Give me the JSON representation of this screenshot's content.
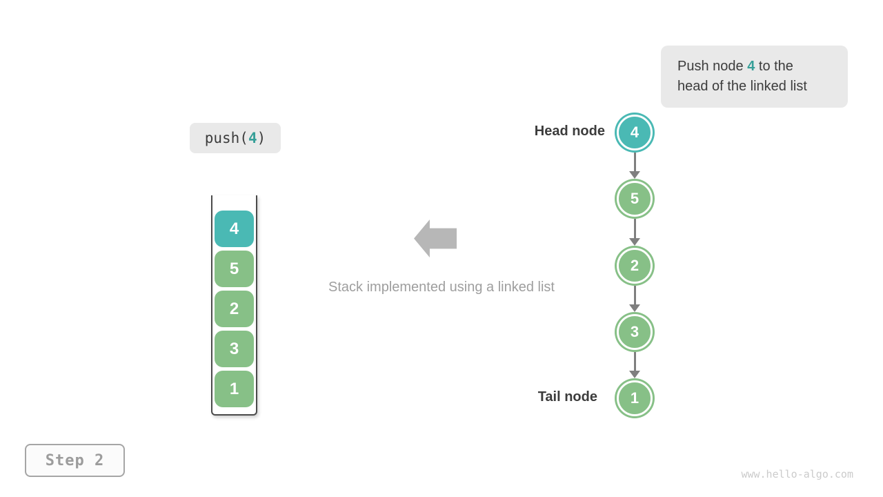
{
  "colors": {
    "node_teal": "#4ab9b4",
    "node_green": "#87c087",
    "teal_text": "#369f98",
    "dark_text": "#3c3c3c",
    "gray_text": "#9e9e9e",
    "connector_gray": "#7f7f7f",
    "block_arrow_gray": "#b7b7b7",
    "panel_bg": "#e9e9e9",
    "container_border": "#4a4a4a",
    "step_border": "#a5a5a5",
    "step_text": "#9c9c9c",
    "step_bg": "#fbfbfb",
    "watermark_gray": "#cbcbcb"
  },
  "callout": {
    "line1": [
      {
        "text": "Push node ",
        "highlight": false
      },
      {
        "text": "4",
        "highlight": true
      },
      {
        "text": " to the",
        "highlight": false
      }
    ],
    "line2": "head of the linked list"
  },
  "operation": {
    "parts": [
      {
        "text": "push(",
        "highlight": false
      },
      {
        "text": "4",
        "highlight": true
      },
      {
        "text": ")",
        "highlight": false
      }
    ]
  },
  "stack": {
    "items": [
      {
        "value": "4",
        "color": "teal"
      },
      {
        "value": "5",
        "color": "green"
      },
      {
        "value": "2",
        "color": "green"
      },
      {
        "value": "3",
        "color": "green"
      },
      {
        "value": "1",
        "color": "green"
      }
    ]
  },
  "linked_list": {
    "head_label": "Head node",
    "tail_label": "Tail node",
    "nodes": [
      {
        "value": "4",
        "color": "teal"
      },
      {
        "value": "5",
        "color": "green"
      },
      {
        "value": "2",
        "color": "green"
      },
      {
        "value": "3",
        "color": "green"
      },
      {
        "value": "1",
        "color": "green"
      }
    ]
  },
  "annotation": {
    "text": "Stack implemented using a linked list"
  },
  "icons": {
    "block_arrow": "left-block-arrow",
    "connector": "arrow-down"
  },
  "step": {
    "label": "Step 2"
  },
  "watermark": {
    "text": "www.hello-algo.com"
  }
}
